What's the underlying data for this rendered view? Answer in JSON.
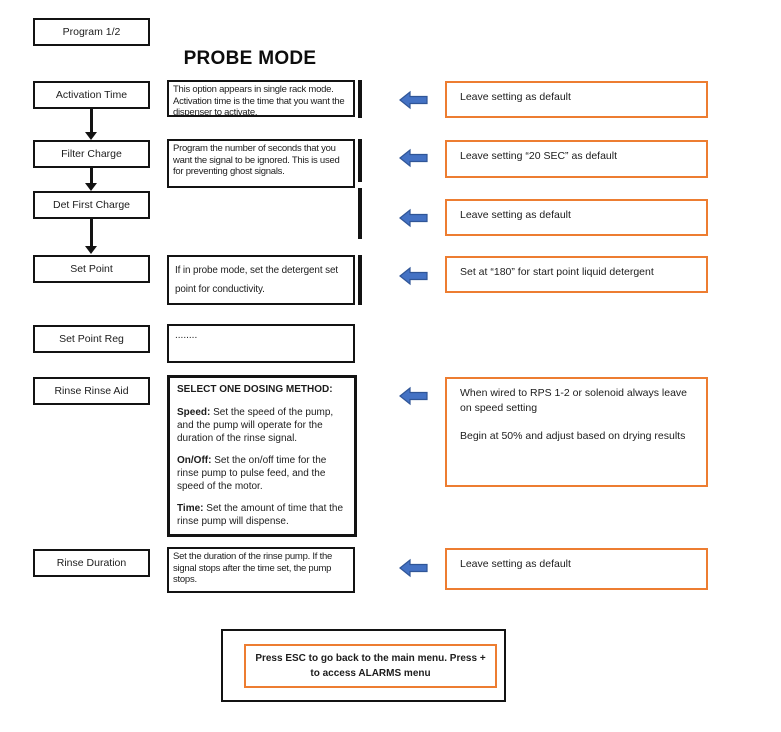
{
  "title": "PROBE MODE",
  "program": {
    "label": "Program 1/2"
  },
  "flow": {
    "rows": [
      {
        "label": "Activation Time",
        "desc": "This option appears in single rack mode. Activation time is the time that you want the dispenser to activate.",
        "note": "Leave setting as default"
      },
      {
        "label": "Filter Charge",
        "desc": "Program the number of seconds that you want the signal to be ignored. This is used for preventing ghost signals.",
        "note": "Leave setting “20 SEC” as default"
      },
      {
        "label": "Det First Charge",
        "desc": "",
        "note": "Leave setting as default"
      },
      {
        "label": "Set Point",
        "desc": "If in probe mode, set the detergent set point for conductivity.",
        "note": "Set at “180” for start point liquid detergent"
      },
      {
        "label": "Set Point Reg",
        "desc": "........",
        "note": ""
      },
      {
        "label": "Rinse Rinse Aid",
        "note_lines": [
          "When wired to RPS 1-2 or solenoid always leave on speed setting",
          "Begin at 50% and adjust based on drying results"
        ]
      },
      {
        "label": "Rinse Duration",
        "desc": "Set the duration of the rinse pump. If the signal stops after the time set, the pump stops.",
        "note": "Leave setting as default"
      }
    ]
  },
  "dosing": {
    "heading": "SELECT ONE DOSING METHOD:",
    "items": [
      {
        "lead": "Speed:",
        "text": " Set the speed of the pump, and the pump will operate for the duration of the rinse signal."
      },
      {
        "lead": "On/Off:",
        "text": " Set the on/off time for the rinse pump to pulse feed, and the speed of the motor."
      },
      {
        "lead": "Time:",
        "text": " Set the amount of time that the rinse pump will dispense."
      }
    ]
  },
  "footer": {
    "line1": "Press ESC to go back to the main menu. Press +",
    "line2": "to access ALARMS menu"
  },
  "icons": {
    "left_arrow": "left-block-arrow",
    "down_connector": "down-arrow-connector"
  },
  "colors": {
    "accent_orange": "#ED7D31",
    "arrow_blue": "#4472C4",
    "arrow_blue_border": "#2F5597",
    "line_black": "#131313"
  }
}
